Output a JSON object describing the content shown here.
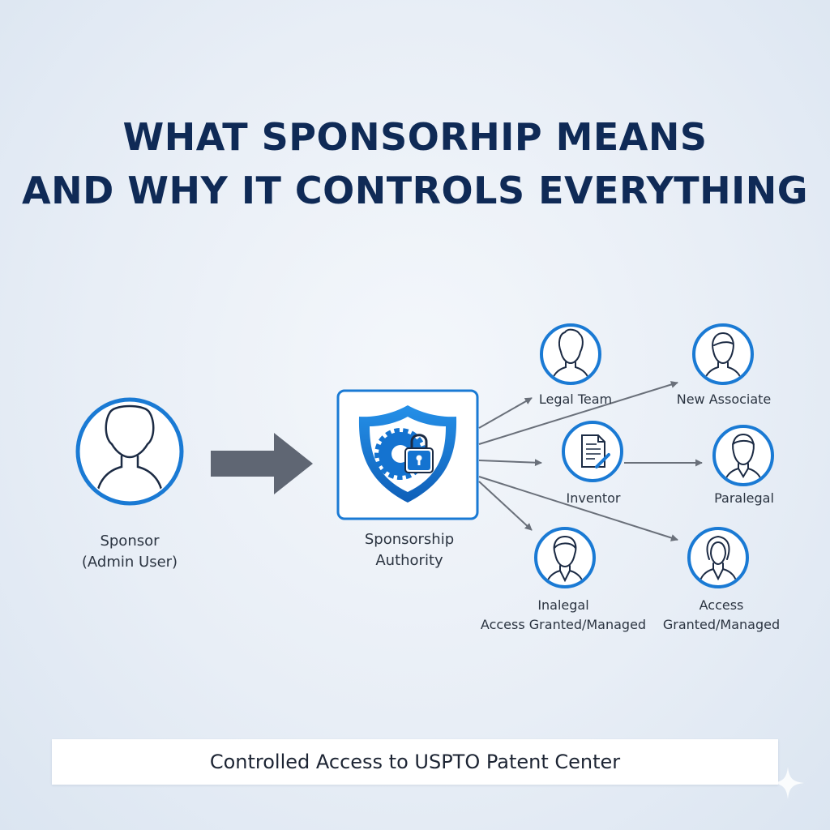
{
  "title": {
    "line1": "WHAT SPONSORHIP MEANS",
    "line2": "AND WHY IT CONTROLS EVERYTHING"
  },
  "sponsor": {
    "line1": "Sponsor",
    "line2": "(Admin User)"
  },
  "authority": {
    "line1": "Sponsorship",
    "line2": "Authority"
  },
  "nodes": {
    "legal_team": "Legal Team",
    "new_associate": "New Associate",
    "inventor": "Inventor",
    "paralegal": "Paralegal",
    "inalegal": {
      "line1": "Inalegal",
      "line2": "Access Granted/Managed"
    },
    "access": {
      "line1": "Access",
      "line2": "Granted/Managed"
    }
  },
  "footer": "Controlled Access to USPTO Patent Center",
  "colors": {
    "title": "#0f2a56",
    "accent_blue": "#1a7ad4",
    "icon_navy": "#1c2b44",
    "arrow_gray": "#5f6673",
    "connector_gray": "#6a707a"
  }
}
